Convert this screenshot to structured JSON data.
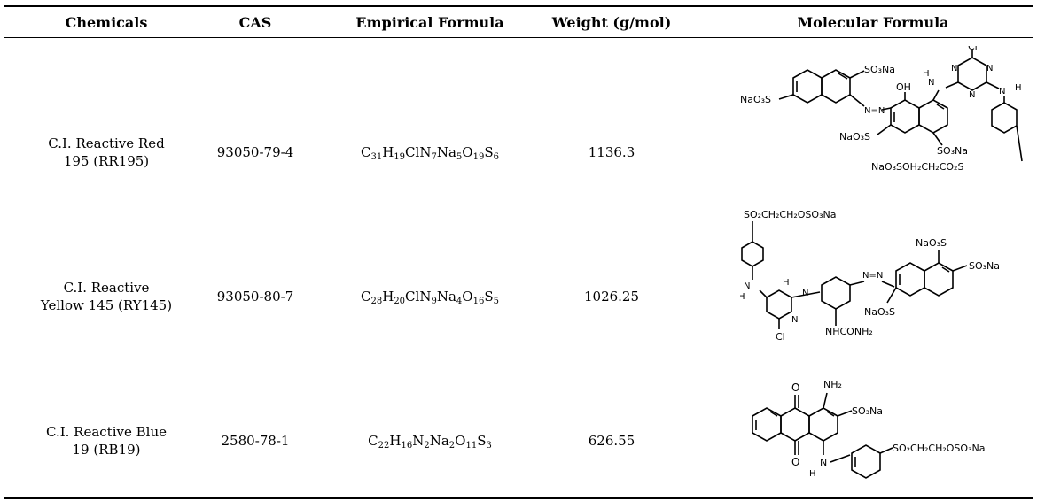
{
  "table": {
    "headers": {
      "chemicals": "Chemicals",
      "cas": "CAS",
      "empirical_formula": "Empirical Formula",
      "weight": "Weight (g/mol)",
      "molecular_formula": "Molecular Formula"
    },
    "rows": [
      {
        "name_line1": "C.I. Reactive Red",
        "name_line2": "195 (RR195)",
        "cas": "93050-79-4",
        "formula": [
          [
            "C",
            "31"
          ],
          [
            "H",
            "19"
          ],
          [
            "ClN",
            "7"
          ],
          [
            "Na",
            "5"
          ],
          [
            "O",
            "19"
          ],
          [
            "S",
            "6"
          ]
        ],
        "weight": "1136.3",
        "structure_labels": {
          "cl": "Cl",
          "n1": "N",
          "n2": "N",
          "n3": "N",
          "nh_left": "H",
          "nh_right": "H",
          "n_left": "N",
          "n_right": "N",
          "oh": "OH",
          "azo": "N=N",
          "naso3_top": "NaO₃S",
          "so3na_top": "SO₃Na",
          "naso3_bottom": "NaO₃S",
          "so3na_bottom": "SO₃Na",
          "tail": "NaO₃SOH₂CH₂CO₂S"
        }
      },
      {
        "name_line1": "C.I. Reactive",
        "name_line2": "Yellow 145 (RY145)",
        "cas": "93050-80-7",
        "formula": [
          [
            "C",
            "28"
          ],
          [
            "H",
            "20"
          ],
          [
            "ClN",
            "9"
          ],
          [
            "Na",
            "4"
          ],
          [
            "O",
            "16"
          ],
          [
            "S",
            "5"
          ]
        ],
        "weight": "1026.25",
        "structure_labels": {
          "top_chain": "SO₂CH₂CH₂OSO₃Na",
          "naso3_top": "NaO₃S",
          "so3na_right": "SO₃Na",
          "naso3_mid": "NaO₃S",
          "nhconh2": "NHCONH₂",
          "cl": "Cl",
          "h_left": "H",
          "h_mid": "H",
          "n_a": "N",
          "n_b": "N",
          "n_c": "N",
          "azo": "N=N"
        }
      },
      {
        "name_line1": "C.I. Reactive Blue",
        "name_line2": "19 (RB19)",
        "cas": "2580-78-1",
        "formula": [
          [
            "C",
            "22"
          ],
          [
            "H",
            "16"
          ],
          [
            "N",
            "2"
          ],
          [
            "Na",
            "2"
          ],
          [
            "O",
            "11"
          ],
          [
            "S",
            "3"
          ]
        ],
        "weight": "626.55",
        "structure_labels": {
          "nh2": "NH₂",
          "so3na": "SO₃Na",
          "o_top": "O",
          "o_bottom": "O",
          "nh": "N",
          "h": "H",
          "chain": "SO₂CH₂CH₂OSO₃Na"
        }
      }
    ]
  }
}
